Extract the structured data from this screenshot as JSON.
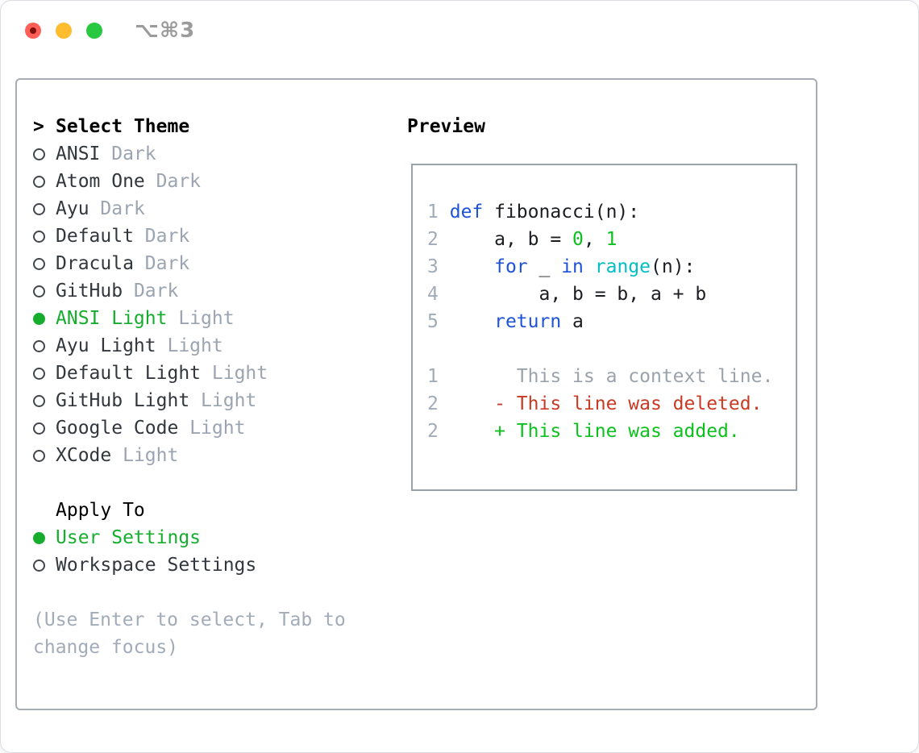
{
  "titlebar": {
    "shortcut": "⌥⌘3"
  },
  "theme_panel": {
    "header": {
      "marker": ">",
      "label": "Select Theme"
    },
    "themes": [
      {
        "name": "ANSI",
        "tag": "Dark",
        "selected": false
      },
      {
        "name": "Atom One",
        "tag": "Dark",
        "selected": false
      },
      {
        "name": "Ayu",
        "tag": "Dark",
        "selected": false
      },
      {
        "name": "Default",
        "tag": "Dark",
        "selected": false
      },
      {
        "name": "Dracula",
        "tag": "Dark",
        "selected": false
      },
      {
        "name": "GitHub",
        "tag": "Dark",
        "selected": false
      },
      {
        "name": "ANSI Light",
        "tag": "Light",
        "selected": true
      },
      {
        "name": "Ayu Light",
        "tag": "Light",
        "selected": false
      },
      {
        "name": "Default Light",
        "tag": "Light",
        "selected": false
      },
      {
        "name": "GitHub Light",
        "tag": "Light",
        "selected": false
      },
      {
        "name": "Google Code",
        "tag": "Light",
        "selected": false
      },
      {
        "name": "XCode",
        "tag": "Light",
        "selected": false
      }
    ],
    "apply_to": {
      "label": "Apply To",
      "options": [
        {
          "name": "User Settings",
          "selected": true
        },
        {
          "name": "Workspace Settings",
          "selected": false
        }
      ]
    },
    "help_lines": [
      "(Use Enter to select, Tab to",
      "change focus)"
    ]
  },
  "preview_panel": {
    "title": "Preview",
    "code_lines": [
      {
        "num": "1",
        "tokens": [
          {
            "t": "def",
            "c": "kw"
          },
          {
            "t": " fibonacci(n):",
            "c": "pl"
          }
        ]
      },
      {
        "num": "2",
        "tokens": [
          {
            "t": "    a, b = ",
            "c": "pl"
          },
          {
            "t": "0",
            "c": "nu"
          },
          {
            "t": ", ",
            "c": "pl"
          },
          {
            "t": "1",
            "c": "nu"
          }
        ]
      },
      {
        "num": "3",
        "tokens": [
          {
            "t": "    ",
            "c": "pl"
          },
          {
            "t": "for",
            "c": "kw"
          },
          {
            "t": " _ ",
            "c": "pl"
          },
          {
            "t": "in",
            "c": "kw"
          },
          {
            "t": " ",
            "c": "pl"
          },
          {
            "t": "range",
            "c": "fn"
          },
          {
            "t": "(n):",
            "c": "pl"
          }
        ]
      },
      {
        "num": "4",
        "tokens": [
          {
            "t": "        a, b = b, a + b",
            "c": "pl"
          }
        ]
      },
      {
        "num": "5",
        "tokens": [
          {
            "t": "    ",
            "c": "pl"
          },
          {
            "t": "return",
            "c": "kw"
          },
          {
            "t": " a",
            "c": "pl"
          }
        ]
      }
    ],
    "diff_lines": [
      {
        "num": "1",
        "body": "      This is a context line.",
        "kind": "ctx"
      },
      {
        "num": "2",
        "body": "    - This line was deleted.",
        "kind": "del"
      },
      {
        "num": "2",
        "body": "    + This line was added.",
        "kind": "add"
      }
    ]
  },
  "colors": {
    "keyword_blue": "#1d53d8",
    "function_cyan": "#00bdc6",
    "number_green": "#0cc11e",
    "selection_green": "#16ad2e",
    "deleted_red": "#c93a22",
    "traffic_red": "#ff5f57",
    "traffic_red_dot": "#7c120b",
    "traffic_yellow": "#febc2e",
    "traffic_green": "#28c840"
  }
}
